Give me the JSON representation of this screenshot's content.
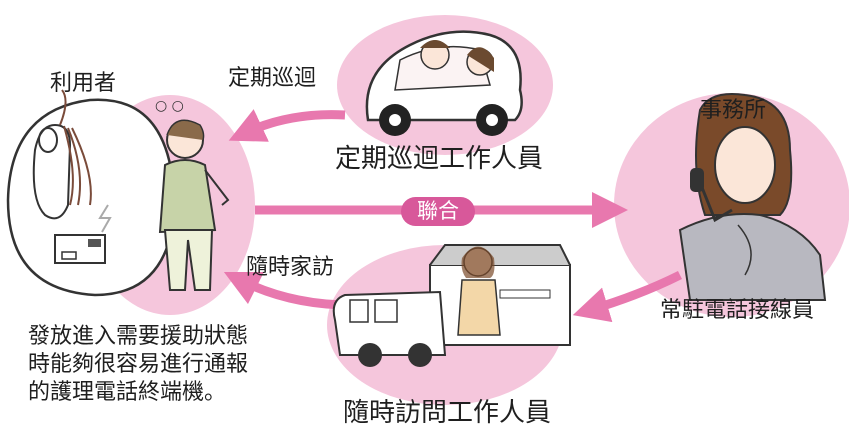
{
  "user": {
    "title": "利用者",
    "description": "發放進入需要援助狀態\n時能夠很容易進行通報\n的護理電話終端機。"
  },
  "office": {
    "title": "事務所",
    "operator": "常駐電話接線員"
  },
  "patrol": {
    "title": "定期巡迴工作人員",
    "arrow_label": "定期巡迴"
  },
  "visit": {
    "title": "隨時訪問工作人員",
    "arrow_label": "隨時家訪"
  },
  "link_label": "聯合",
  "colors": {
    "pink_bg": "#f5c6dc",
    "pink_arrow": "#e878ae",
    "pill": "#d8589a"
  }
}
